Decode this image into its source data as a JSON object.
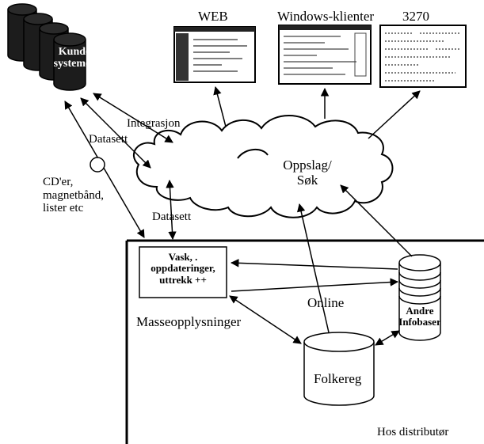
{
  "screens": {
    "web": "WEB",
    "windows": "Windows-klienter",
    "terminal": "3270"
  },
  "labels": {
    "kundesystemer_line1": "Kunde",
    "kundesystemer_line2": "systemer",
    "integrasjon": "Integrasjon",
    "datasett_top": "Datasett",
    "media_line1": "CD'er,",
    "media_line2": "magnetbånd,",
    "media_line3": "lister etc",
    "datasett_bottom": "Datasett",
    "oppslag_line1": "Oppslag/",
    "oppslag_line2": "Søk",
    "vask_line1": "Vask, .",
    "vask_line2": "oppdateringer,",
    "vask_line3": "uttrekk ++",
    "online": "Online",
    "masseopplysninger": "Masseopplysninger",
    "andre_line1": "Andre",
    "andre_line2": "Infobaser",
    "folkereg": "Folkereg",
    "hos_distributor": "Hos distributør"
  }
}
